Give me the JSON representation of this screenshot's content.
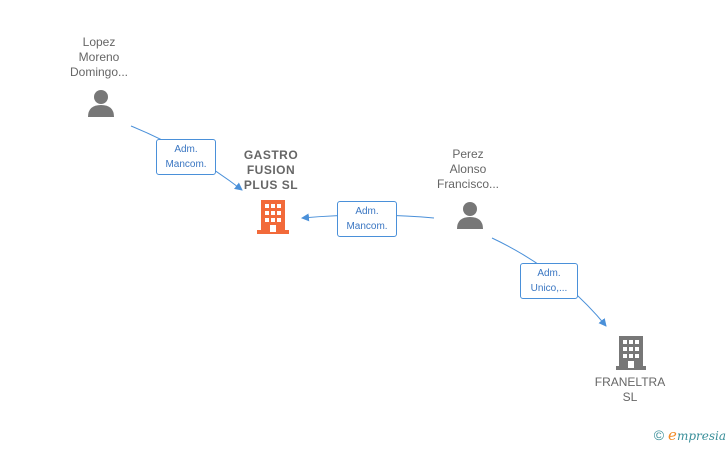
{
  "persons": [
    {
      "id": "p1",
      "lines": [
        "Lopez",
        "Moreno",
        "Domingo..."
      ],
      "icon": "person-icon"
    },
    {
      "id": "p2",
      "lines": [
        "Perez",
        "Alonso",
        "Francisco..."
      ],
      "icon": "person-icon"
    }
  ],
  "companies": [
    {
      "id": "c1",
      "lines": [
        "GASTRO",
        "FUSION",
        "PLUS SL"
      ],
      "icon": "building-icon",
      "color": "#f26a3a"
    },
    {
      "id": "c2",
      "lines": [
        "FRANELTRA",
        "SL"
      ],
      "icon": "building-icon",
      "color": "#777777"
    }
  ],
  "relations": [
    {
      "from": "p1",
      "to": "c1",
      "lines": [
        "Adm.",
        "Mancom."
      ]
    },
    {
      "from": "p2",
      "to": "c1",
      "lines": [
        "Adm.",
        "Mancom."
      ]
    },
    {
      "from": "p2",
      "to": "c2",
      "lines": [
        "Adm.",
        "Unico,..."
      ]
    }
  ],
  "footer": {
    "copyright": "©",
    "brand_first": "e",
    "brand_rest": "mpresia"
  },
  "colors": {
    "edge": "#4a90d9",
    "person": "#777777",
    "main_company": "#f26a3a",
    "company": "#777777"
  }
}
